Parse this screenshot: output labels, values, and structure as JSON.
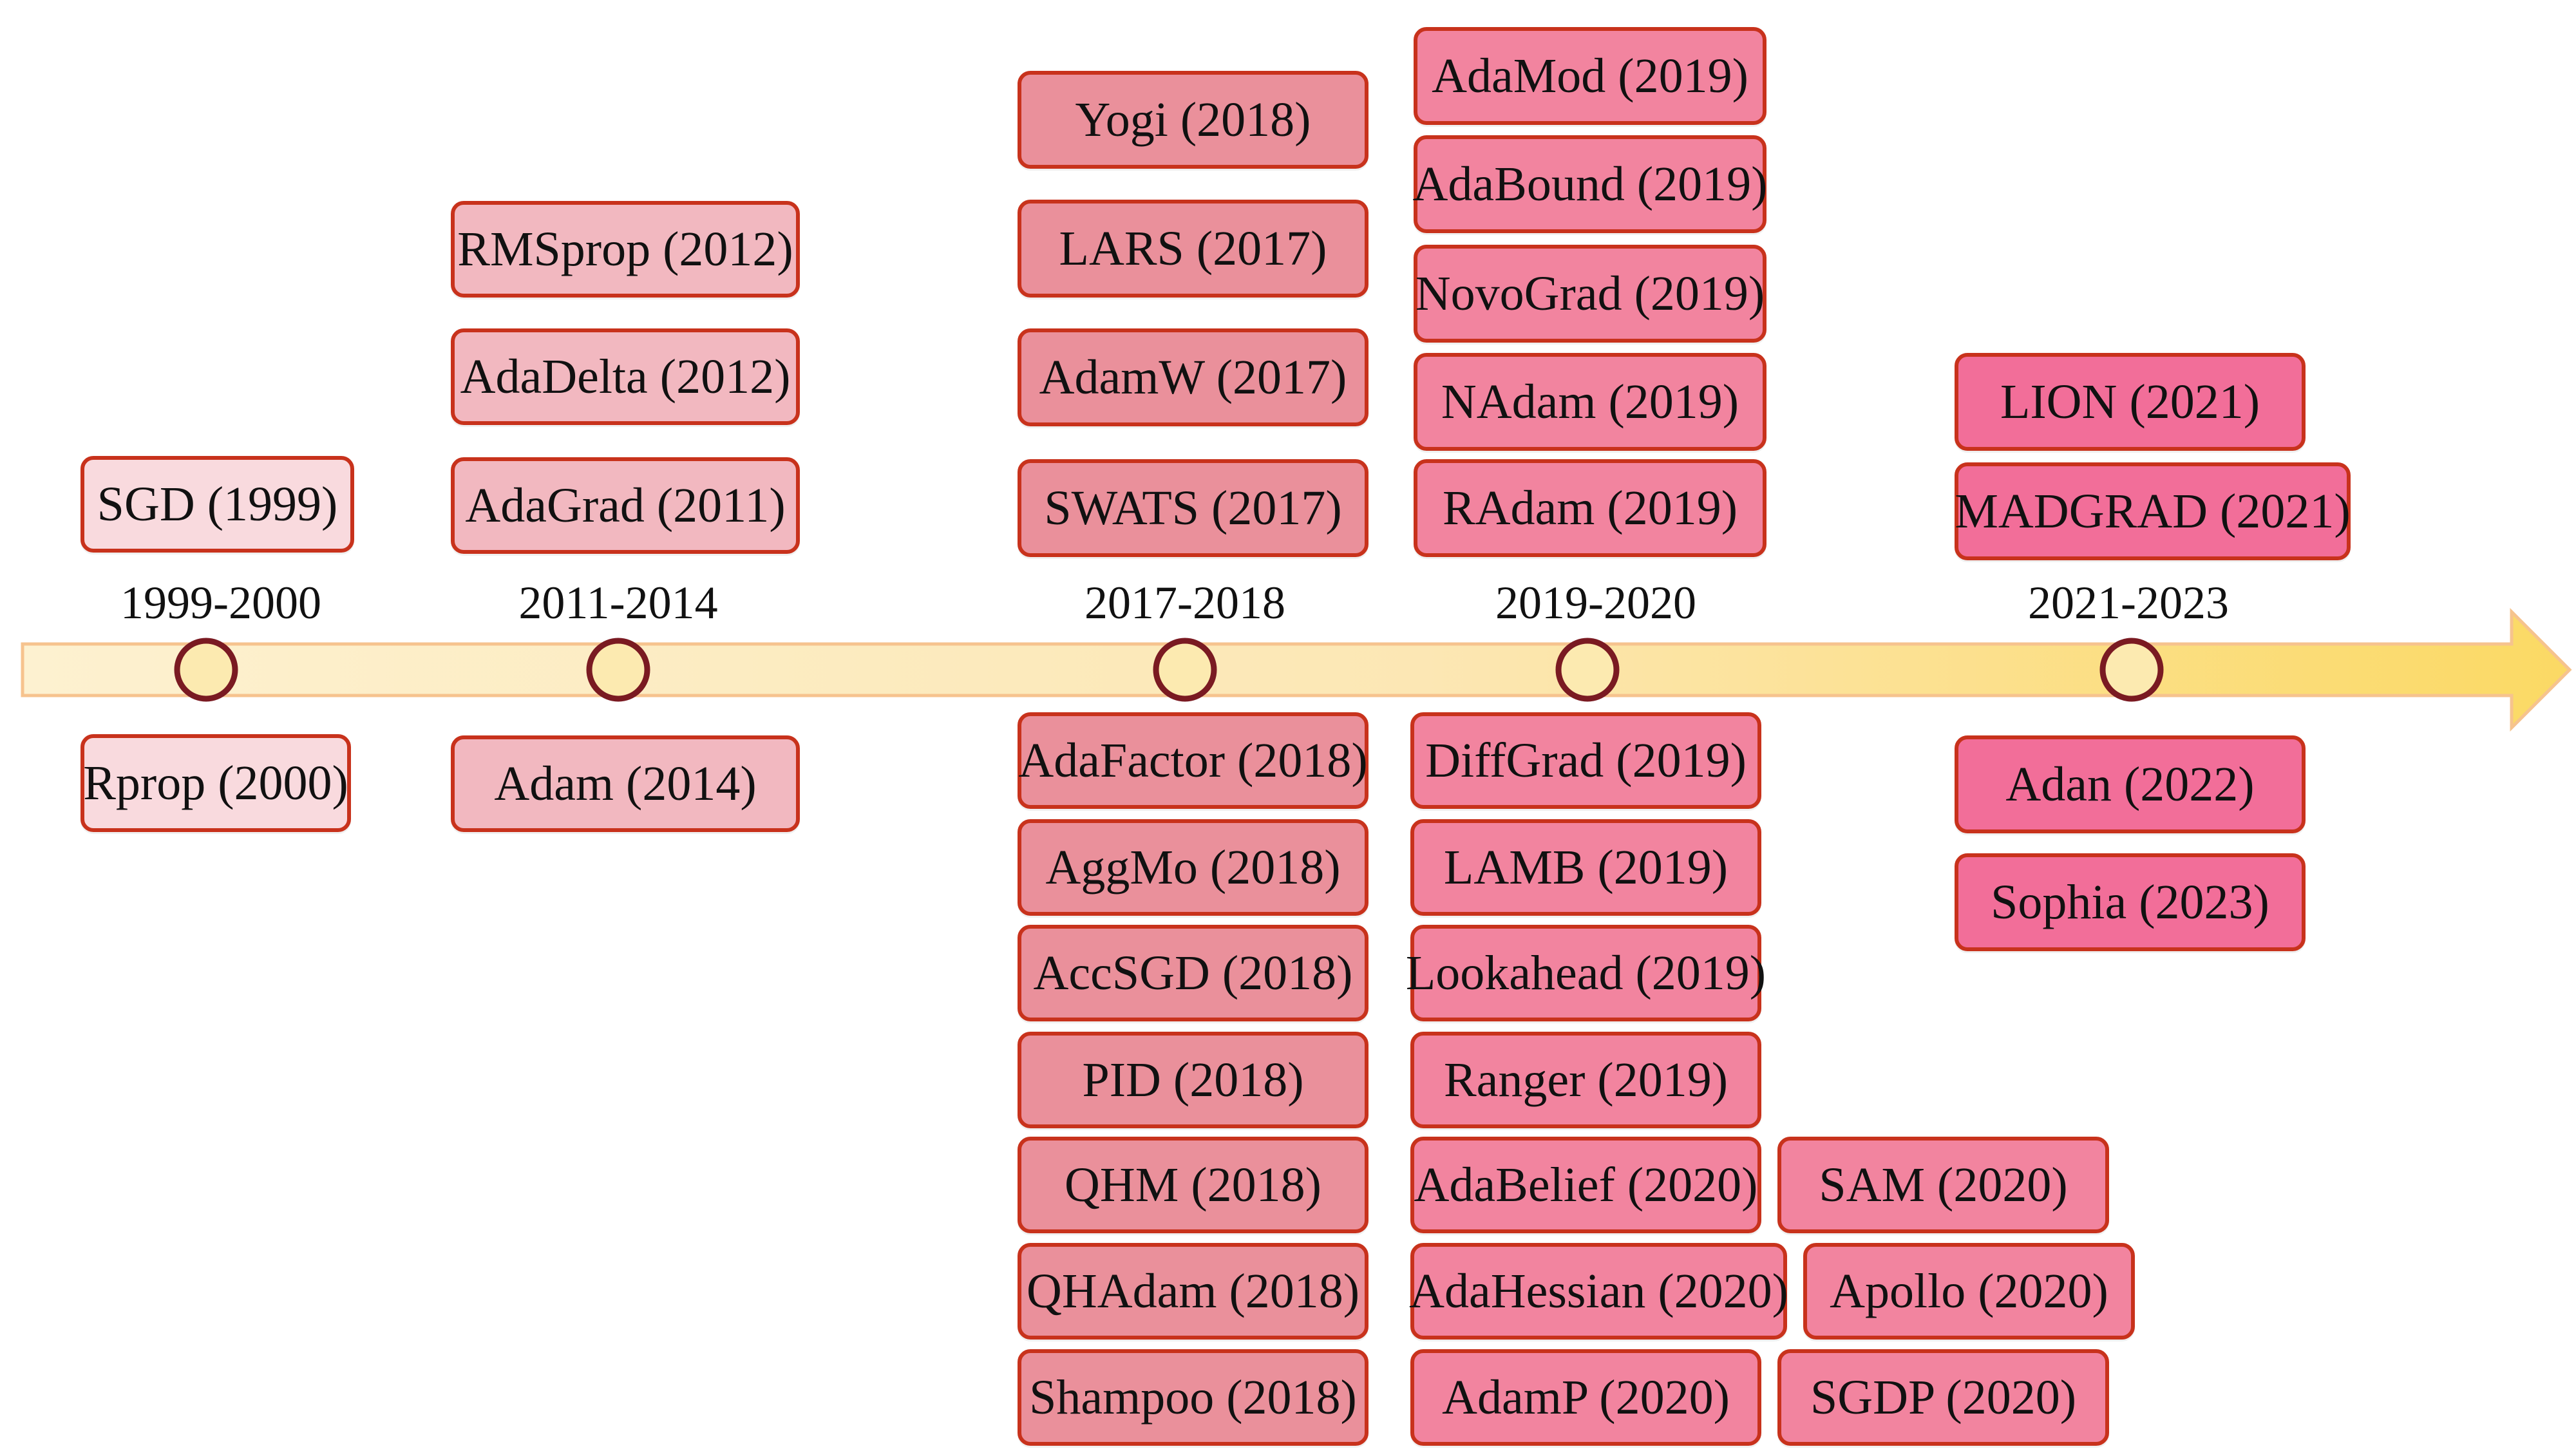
{
  "periods": [
    "1999-2000",
    "2011-2014",
    "2017-2018",
    "2019-2020",
    "2021-2023"
  ],
  "optimizers": {
    "sgd": "SGD (1999)",
    "rprop": "Rprop (2000)",
    "rmsprop": "RMSprop (2012)",
    "adadelta": "AdaDelta (2012)",
    "adagrad": "AdaGrad (2011)",
    "adam": "Adam (2014)",
    "yogi": "Yogi (2018)",
    "lars": "LARS (2017)",
    "adamw": "AdamW (2017)",
    "swats": "SWATS (2017)",
    "adafactor": "AdaFactor (2018)",
    "aggmo": "AggMo (2018)",
    "accsgd": "AccSGD (2018)",
    "pid": "PID (2018)",
    "qhm": "QHM (2018)",
    "qhadam": "QHAdam (2018)",
    "shampoo": "Shampoo (2018)",
    "adamod": "AdaMod (2019)",
    "adabound": "AdaBound (2019)",
    "novograd": "NovoGrad (2019)",
    "nadam": "NAdam (2019)",
    "radam": "RAdam (2019)",
    "diffgrad": "DiffGrad (2019)",
    "lamb": "LAMB (2019)",
    "lookahead": "Lookahead (2019)",
    "ranger": "Ranger (2019)",
    "adabelief": "AdaBelief (2020)",
    "adahessian": "AdaHessian (2020)",
    "adamp": "AdamP (2020)",
    "sam": "SAM (2020)",
    "apollo": "Apollo (2020)",
    "sgdp": "SGDP (2020)",
    "lion": "LION (2021)",
    "madgrad": "MADGRAD (2021)",
    "adan": "Adan (2022)",
    "sophia": "Sophia (2023)"
  },
  "colors": {
    "border": "#c8321c",
    "arrow_start": "#fdf1d0",
    "arrow_end": "#fbd964",
    "marker_stroke": "#7a1a22",
    "marker_fill": "#fceab0"
  }
}
